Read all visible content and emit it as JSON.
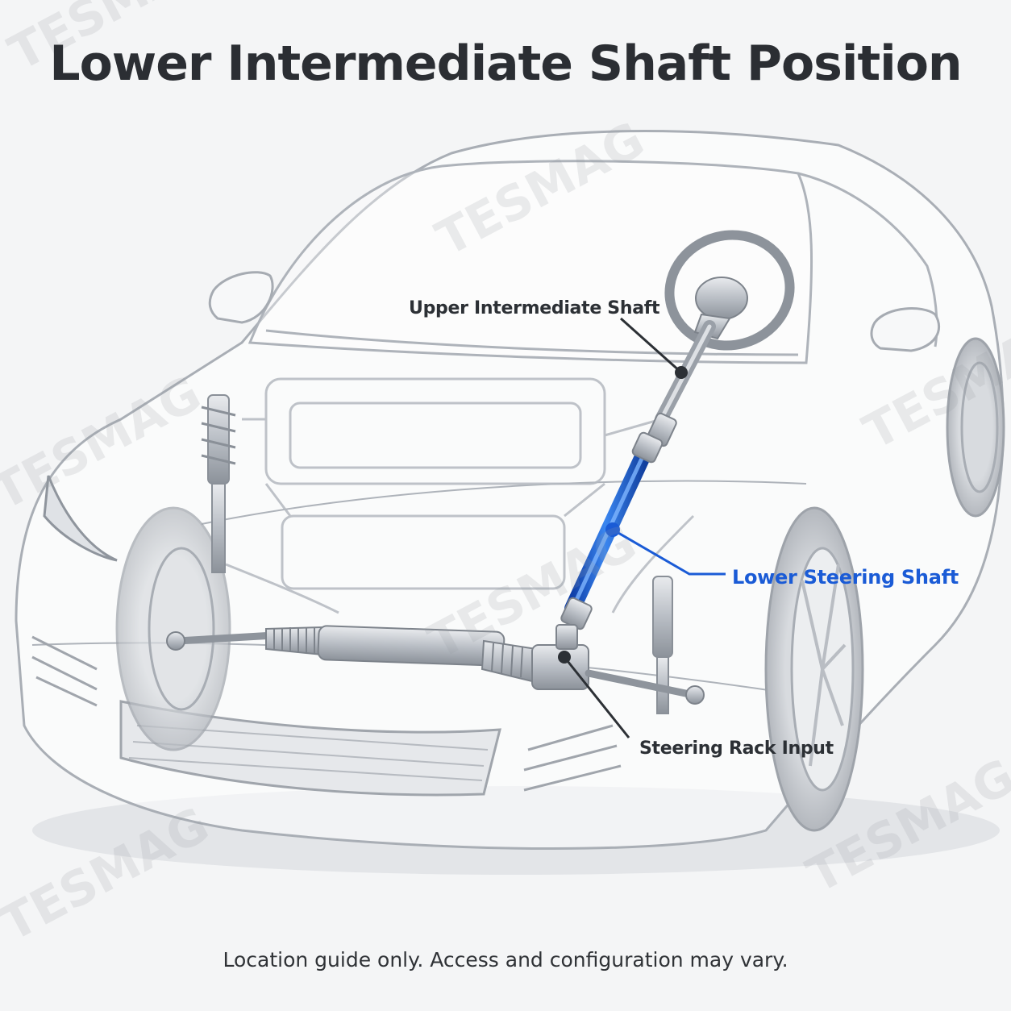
{
  "title": "Lower Intermediate Shaft Position",
  "caption": "Location guide only. Access and configuration may vary.",
  "callouts": {
    "upper": "Upper Intermediate Shaft",
    "lower": "Lower Steering Shaft",
    "rack": "Steering Rack Input"
  },
  "watermark": "TESMAG",
  "colors": {
    "highlight": "#1a5bd6",
    "text": "#2c3035",
    "background": "#f4f5f6"
  }
}
